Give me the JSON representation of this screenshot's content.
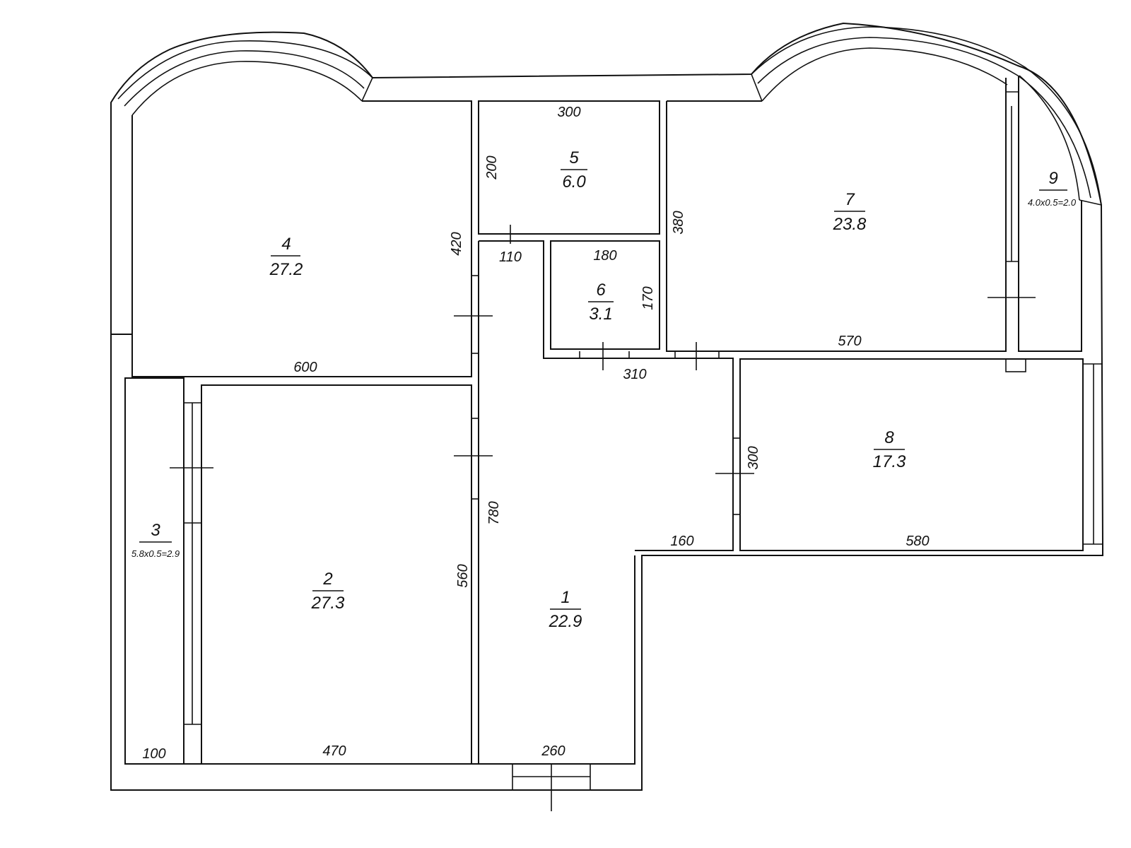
{
  "rooms": [
    {
      "number": "1",
      "area": "22.9"
    },
    {
      "number": "2",
      "area": "27.3"
    },
    {
      "number": "3",
      "area": "5.8x0.5=2.9"
    },
    {
      "number": "4",
      "area": "27.2"
    },
    {
      "number": "5",
      "area": "6.0"
    },
    {
      "number": "6",
      "area": "3.1"
    },
    {
      "number": "7",
      "area": "23.8"
    },
    {
      "number": "8",
      "area": "17.3"
    },
    {
      "number": "9",
      "area": "4.0x0.5=2.0"
    }
  ],
  "dimensions": {
    "room4_width": "600",
    "room4_height": "420",
    "room5_width": "300",
    "room5_height": "200",
    "door_110": "110",
    "room6_width": "180",
    "room6_height": "170",
    "corridor_310": "310",
    "room7_height": "380",
    "room7_width": "570",
    "room8_height": "300",
    "room8_width": "580",
    "hall_160": "160",
    "hall_780": "780",
    "room2_height": "560",
    "room2_width": "470",
    "room3_width": "100",
    "hall_260": "260"
  }
}
